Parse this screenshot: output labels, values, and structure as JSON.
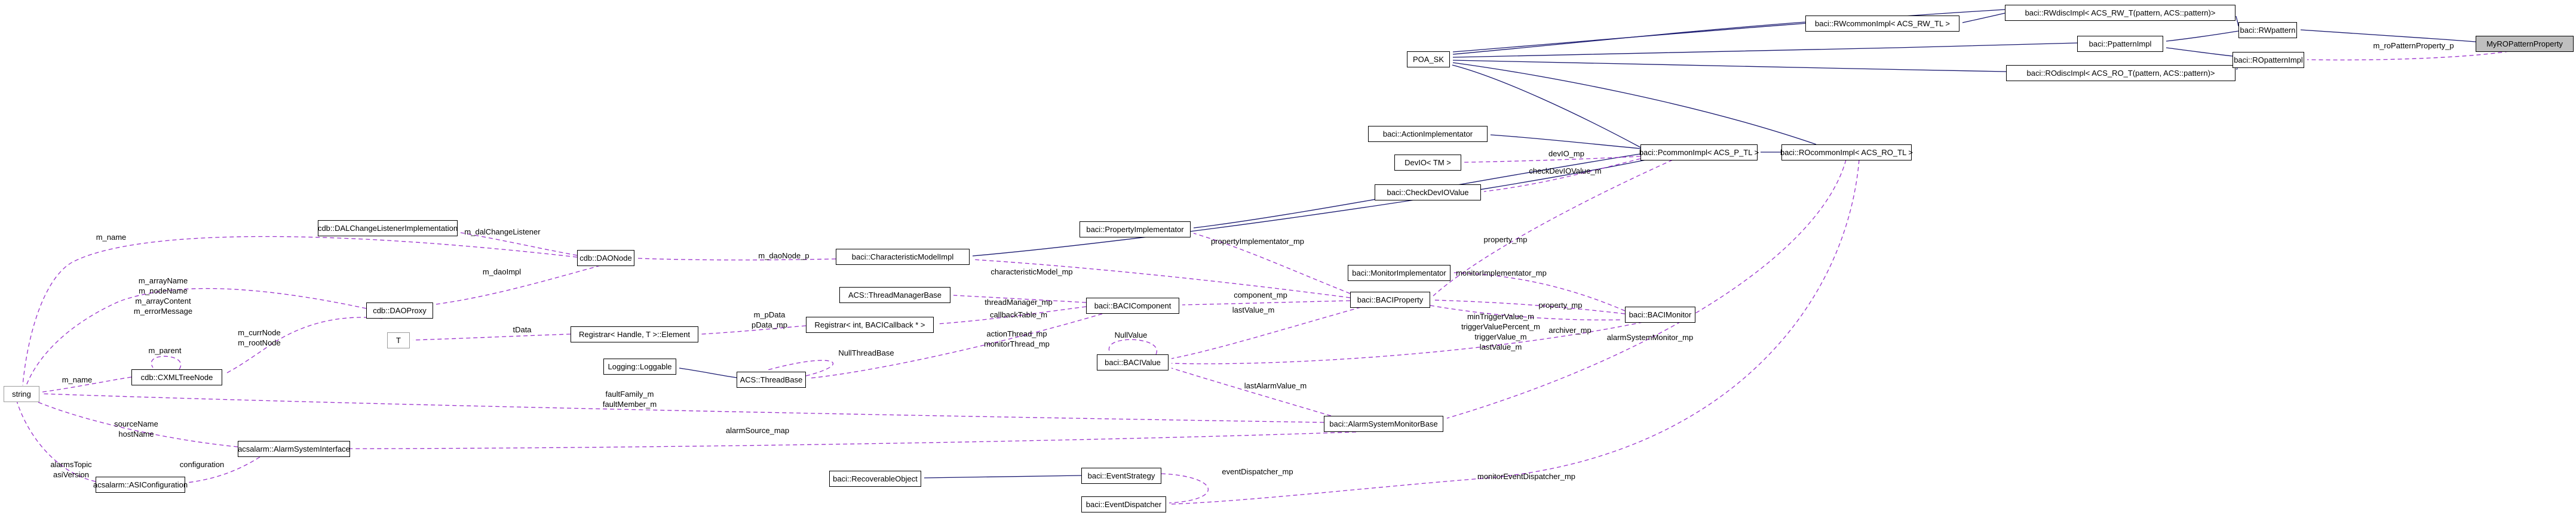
{
  "diagram": {
    "title": "MyROPatternProperty collaboration diagram",
    "background": "#ffffff",
    "inheritance_color": "#191970",
    "usage_color": "#9a32cd",
    "highlight_fill": "#bfbfbf"
  },
  "nodes": {
    "poa_sk": {
      "label": "POA_SK"
    },
    "rwcommon": {
      "label": "baci::RWcommonImpl< ACS_RW_TL >"
    },
    "rwdisc": {
      "label": "baci::RWdiscImpl< ACS_RW_T(pattern, ACS::pattern)>"
    },
    "ppattern": {
      "label": "baci::PpatternImpl"
    },
    "rodisc": {
      "label": "baci::ROdiscImpl< ACS_RO_T(pattern, ACS::pattern)>"
    },
    "rwpattern": {
      "label": "baci::RWpattern"
    },
    "ropattern": {
      "label": "baci::ROpatternImpl"
    },
    "myro": {
      "label": "MyROPatternProperty"
    },
    "pcommon": {
      "label": "baci::PcommonImpl< ACS_P_TL >"
    },
    "rocommon": {
      "label": "baci::ROcommonImpl< ACS_RO_TL >"
    },
    "actionimpl": {
      "label": "baci::ActionImplementator"
    },
    "devio": {
      "label": "DevIO< TM >"
    },
    "checkdevio": {
      "label": "baci::CheckDevIOValue"
    },
    "propimpl": {
      "label": "baci::PropertyImplementator"
    },
    "dalchange": {
      "label": "cdb::DALChangeListenerImplementation"
    },
    "daonode": {
      "label": "cdb::DAONode"
    },
    "charmodel": {
      "label": "baci::CharacteristicModelImpl"
    },
    "threadmgr": {
      "label": "ACS::ThreadManagerBase"
    },
    "registrar_int": {
      "label": "Registrar< int, BACICallback * >"
    },
    "registrar_el": {
      "label": "Registrar< Handle, T >::Element"
    },
    "bacicomponent": {
      "label": "baci::BACIComponent"
    },
    "monitorimpl": {
      "label": "baci::MonitorImplementator"
    },
    "baciproperty": {
      "label": "baci::BACIProperty"
    },
    "bacimonitor": {
      "label": "baci::BACIMonitor"
    },
    "bacivalue": {
      "label": "baci::BACIValue"
    },
    "daoproxy": {
      "label": "cdb::DAOProxy"
    },
    "t": {
      "label": "T"
    },
    "cxml": {
      "label": "cdb::CXMLTreeNode"
    },
    "string": {
      "label": "string"
    },
    "loggable": {
      "label": "Logging::Loggable"
    },
    "threadbase": {
      "label": "ACS::ThreadBase"
    },
    "alarmmon": {
      "label": "baci::AlarmSystemMonitorBase"
    },
    "asi": {
      "label": "acsalarm::AlarmSystemInterface"
    },
    "asiconfig": {
      "label": "acsalarm::ASIConfiguration"
    },
    "recoverable": {
      "label": "baci::RecoverableObject"
    },
    "eventstrategy": {
      "label": "baci::EventStrategy"
    },
    "eventdispatcher": {
      "label": "baci::EventDispatcher"
    }
  },
  "edge_labels": {
    "m_ropatternproperty_p": {
      "text": "m_roPatternProperty_p"
    },
    "devio_mp": {
      "text": "devIO_mp"
    },
    "checkdeviovalue_m": {
      "text": "checkDevIOValue_m"
    },
    "property_mp_upper": {
      "text": "property_mp"
    },
    "propertyimplementator_mp": {
      "text": "propertyImplementator_mp"
    },
    "characteristicmodel_mp": {
      "text": "characteristicModel_mp"
    },
    "monitorimplementator_mp": {
      "text": "monitorImplementator_mp"
    },
    "component_mp": {
      "text": "component_mp"
    },
    "lastvalue_m": {
      "text": "lastValue_m"
    },
    "threadmanager_mp": {
      "text": "threadManager_mp"
    },
    "callbacktable_m": {
      "text": "callbackTable_m"
    },
    "threads_mp": {
      "text": "actionThread_mp\nmonitorThread_mp"
    },
    "nullvalue": {
      "text": "NullValue"
    },
    "nullthreadbase": {
      "text": "NullThreadBase"
    },
    "trigger_values": {
      "text": "minTriggerValue_m\ntriggerValuePercent_m\ntriggerValue_m\nlastValue_m"
    },
    "property_mp_lower": {
      "text": "property_mp"
    },
    "archiver_mp": {
      "text": "archiver_mp"
    },
    "alarmsystemmonitor_mp": {
      "text": "alarmSystemMonitor_mp"
    },
    "m_daonode_p": {
      "text": "m_daoNode_p"
    },
    "m_dalchangelistener": {
      "text": "m_dalChangeListener"
    },
    "m_daoimpl": {
      "text": "m_daoImpl"
    },
    "m_name_daonode": {
      "text": "m_name"
    },
    "dao_strings": {
      "text": "m_arrayName\nm_nodeName\nm_arrayContent\nm_errorMessage"
    },
    "curr_root": {
      "text": "m_currNode\nm_rootNode"
    },
    "m_parent": {
      "text": "m_parent"
    },
    "m_name_cxml": {
      "text": "m_name"
    },
    "tdata": {
      "text": "tData"
    },
    "pdata": {
      "text": "m_pData\npData_mp"
    },
    "faults": {
      "text": "faultFamily_m\nfaultMember_m"
    },
    "alarmsource_map": {
      "text": "alarmSource_map"
    },
    "lastalarmvalue_m": {
      "text": "lastAlarmValue_m"
    },
    "source_host": {
      "text": "sourceName\nhostName"
    },
    "topic_version": {
      "text": "alarmsTopic\nasiVersion"
    },
    "configuration": {
      "text": "configuration"
    },
    "eventdispatcher_mp": {
      "text": "eventDispatcher_mp"
    },
    "monitoreventdispatcher_mp": {
      "text": "monitorEventDispatcher_mp"
    }
  }
}
